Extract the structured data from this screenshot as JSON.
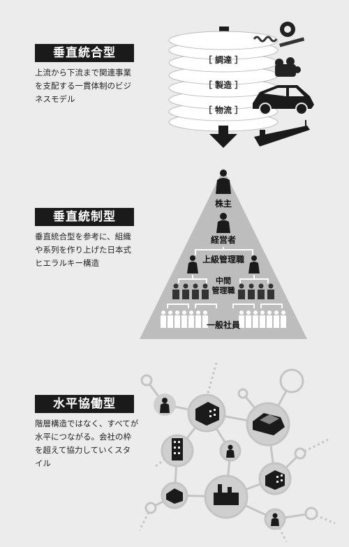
{
  "sections": [
    {
      "title": "垂直統合型",
      "desc": [
        "上流から下流まで関連事業",
        "を支配する一貫体制のビジ",
        "ネスモデル"
      ],
      "layers": [
        "［ 調達 ］",
        "［ 製造 ］",
        "［ 物流 ］"
      ]
    },
    {
      "title": "垂直統制型",
      "desc": [
        "垂直統合型を参考に、組織",
        "や系列を作り上げた日本式",
        "ヒエラルキー構造"
      ],
      "levels": [
        "株主",
        "経営者",
        "上級管理職",
        "中間",
        "管理職",
        "一般社員"
      ]
    },
    {
      "title": "水平協働型",
      "desc": [
        "階層構造ではなく、すべてが",
        "水平につながる。会社の枠",
        "を超えて協力していくスタ",
        "イル"
      ]
    }
  ],
  "colors": {
    "background": "#ececec",
    "dark": "#1a1a1a",
    "pyramid": "#bdbdbd",
    "node": "#cfcfcf"
  }
}
